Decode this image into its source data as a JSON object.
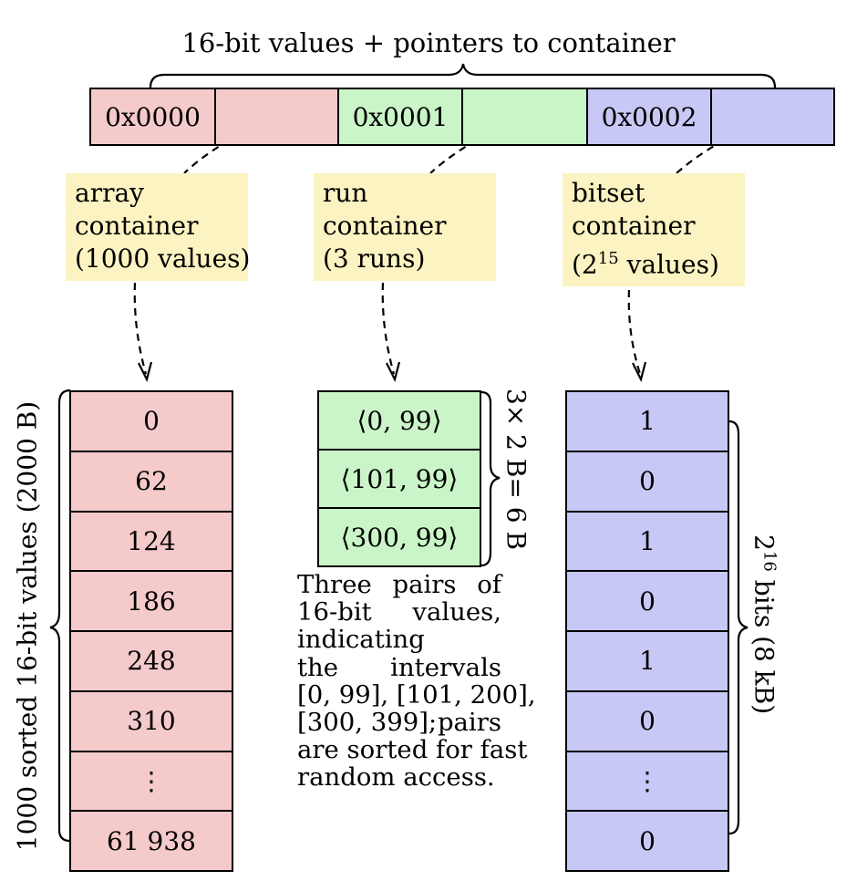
{
  "title": "16-bit values + pointers to container",
  "keys": [
    "0x0000",
    "0x0001",
    "0x0002"
  ],
  "containers": {
    "array": {
      "label_lines": [
        "array",
        "container",
        "(1000 values)"
      ],
      "values": [
        "0",
        "62",
        "124",
        "186",
        "248",
        "310",
        "⋮",
        "61 938"
      ],
      "side_label": "1000 sorted 16-bit values (2000 B)"
    },
    "run": {
      "label_lines": [
        "run",
        "container",
        "(3 runs)"
      ],
      "values": [
        "⟨0, 99⟩",
        "⟨101, 99⟩",
        "⟨300, 99⟩"
      ],
      "side_label": "3× 2 B= 6 B",
      "description_lines": [
        [
          "Three",
          "pairs",
          "of"
        ],
        [
          "16-bit",
          "values,"
        ],
        [
          "indicating"
        ],
        [
          "the",
          "intervals"
        ],
        [
          "[0, 99], [101, 200],"
        ],
        [
          "[300, 399];",
          "pairs"
        ],
        [
          "are sorted for fast"
        ],
        [
          "random access."
        ]
      ]
    },
    "bitset": {
      "label_line1": "bitset",
      "label_line2": "container",
      "label_line3_pre": "(2",
      "label_line3_sup": "15",
      "label_line3_post": " values)",
      "values": [
        "1",
        "0",
        "1",
        "0",
        "1",
        "0",
        "⋮",
        "0"
      ],
      "side_label_pre": "2",
      "side_label_sup": "16",
      "side_label_post": " bits (8 kB)"
    }
  },
  "colors": {
    "array": "#f5caca",
    "run": "#caf5c8",
    "bitset": "#c8c8f6",
    "label_bg": "#fbf3c1"
  }
}
